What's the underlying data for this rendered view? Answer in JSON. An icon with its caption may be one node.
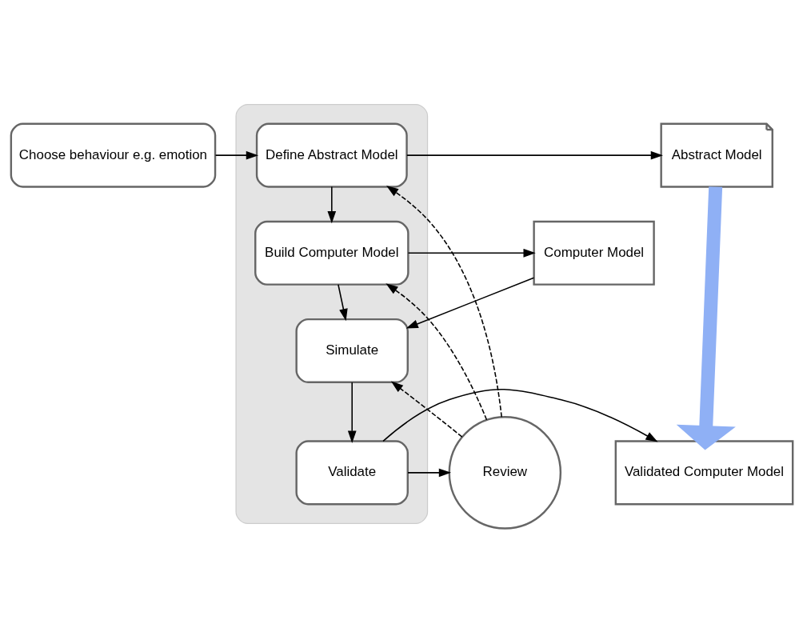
{
  "diagram": {
    "nodes": [
      {
        "text": [
          "Choose behaviour e.g. emotion"
        ]
      },
      {
        "text": [],
        "shape": "box"
      },
      {
        "text": [
          "Define Abstract Model"
        ],
        "in": 1
      },
      {
        "text": [
          "Abstract Model"
        ]
      },
      {
        "text": [
          "Build Computer Model"
        ],
        "in": 1
      },
      {
        "text": [
          "Computer Model"
        ]
      },
      {
        "text": [
          "Simulate"
        ],
        "in": 1
      },
      {
        "text": [
          "Review"
        ]
      },
      {
        "text": [
          "Validate"
        ],
        "in": 1
      },
      {
        "text": [
          "Validated Computer Model"
        ]
      }
    ],
    "edges": [
      {
        "from": 0,
        "to": 2,
        "arrow": "to"
      },
      {
        "from": 2,
        "to": 3,
        "arrow": "to"
      },
      {
        "from": 2,
        "to": 4,
        "arrow": "to"
      },
      {
        "from": 4,
        "to": 5,
        "arrow": "to"
      },
      {
        "from": 5,
        "to": 6,
        "arrow": "to"
      },
      {
        "from": 4,
        "to": 6,
        "arrow": "to"
      },
      {
        "from": 6,
        "to": 8,
        "arrow": "to"
      },
      {
        "from": 8,
        "to": 7,
        "arrow": "to"
      },
      {
        "from": 8,
        "to": 9,
        "arrow": "to"
      },
      {
        "from": 7,
        "to": 2,
        "arrow": "to",
        "style": "dashed"
      },
      {
        "from": 7,
        "to": 4,
        "arrow": "to",
        "style": "dashed"
      },
      {
        "from": 7,
        "to": 6,
        "arrow": "to",
        "style": "dashed"
      },
      {
        "from": 3,
        "to": 9,
        "arrow": "to",
        "style": "thick",
        "color": "#8fb0f5"
      }
    ]
  }
}
